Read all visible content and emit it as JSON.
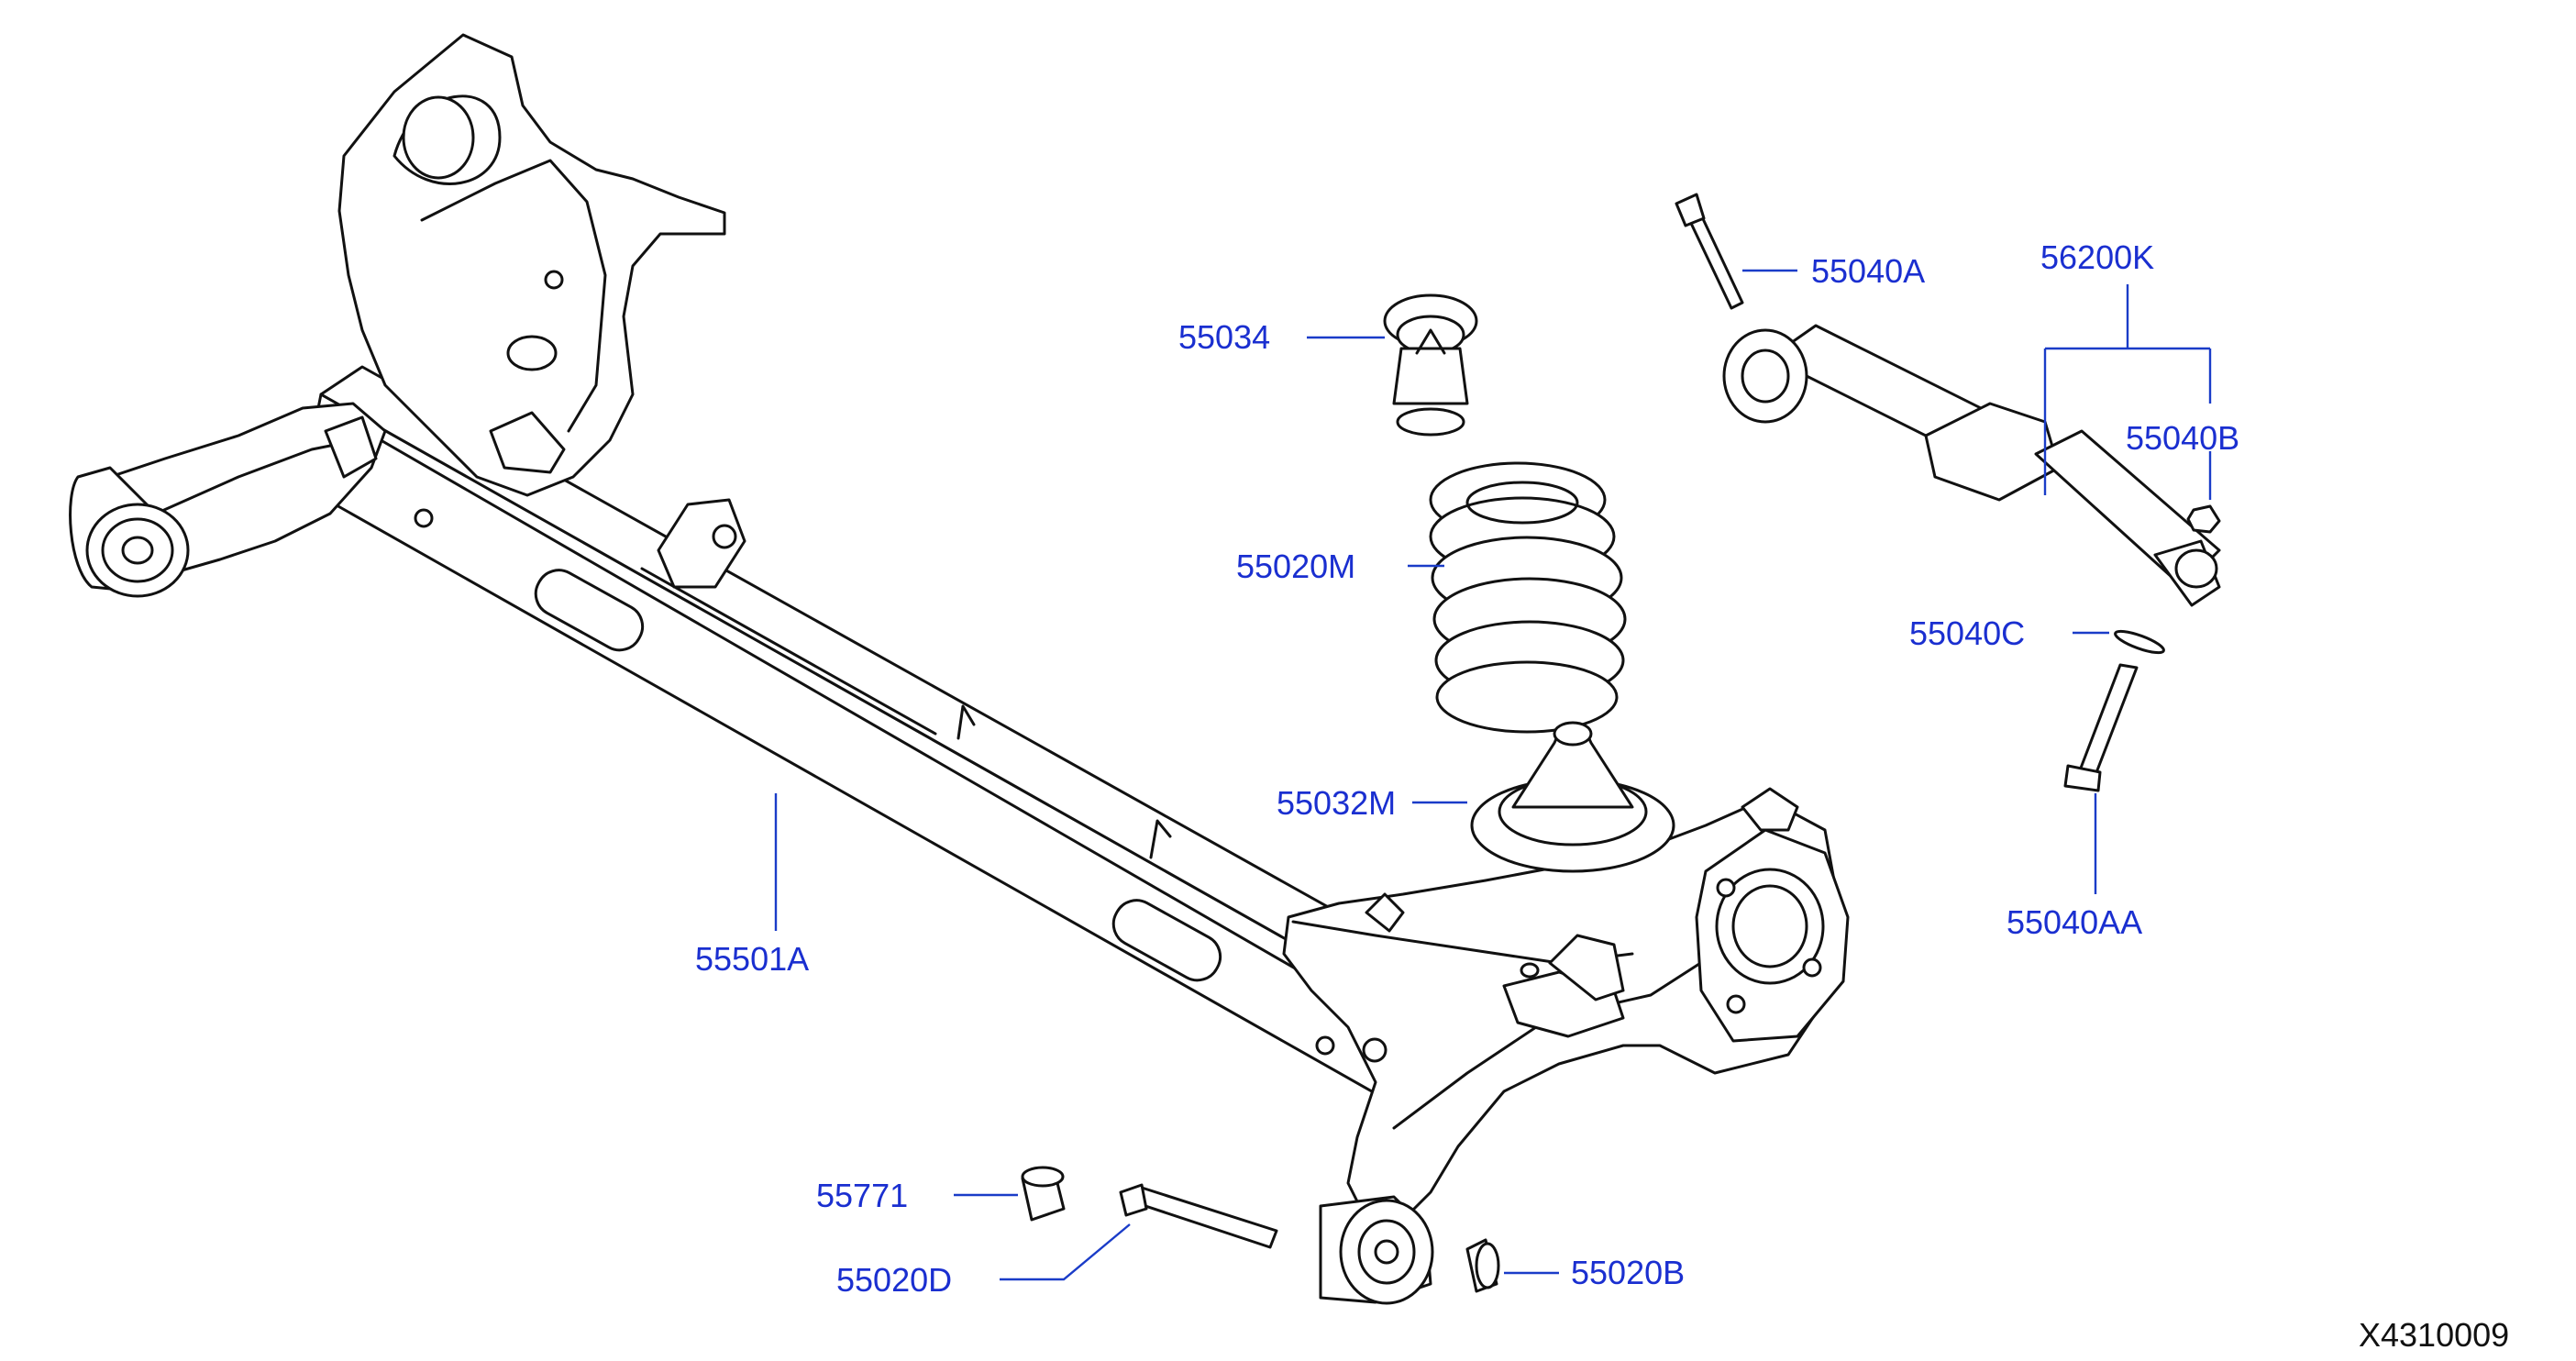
{
  "diagram": {
    "callouts": {
      "p55034": "55034",
      "p55020M": "55020M",
      "p55032M": "55032M",
      "p55501A": "55501A",
      "p55771": "55771",
      "p55020D": "55020D",
      "p55020B": "55020B",
      "p55040A": "55040A",
      "p56200K": "56200K",
      "p55040B": "55040B",
      "p55040C": "55040C",
      "p55040AA": "55040AA"
    },
    "catalog_number": "X4310009",
    "colors": {
      "callout_text": "#1a2fd0",
      "leader_line": "#1a3cc8",
      "drawing_line": "#111111"
    }
  }
}
